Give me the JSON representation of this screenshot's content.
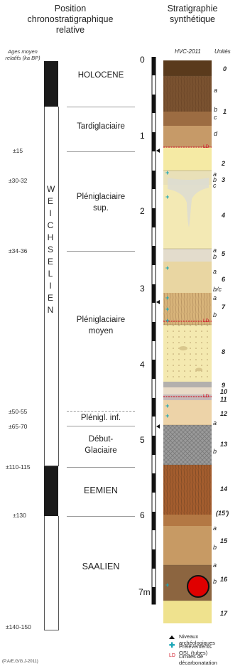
{
  "headers": {
    "left_line1": "Position",
    "left_line2": "chronostratigraphique",
    "left_line3": "relative",
    "right_line1": "Stratigraphie",
    "right_line2": "synthétique"
  },
  "ages_label_line1": "Ages moyen",
  "ages_label_line2": "relatifs (ka BP)",
  "core_title": "HVC-2011",
  "units_header": "Unités",
  "ages": [
    "±15",
    "±30-32",
    "±34-36",
    "±50-55",
    "±65-70",
    "±110-115",
    "±130",
    "±140-150"
  ],
  "weichselien": [
    "W",
    "E",
    "I",
    "C",
    "H",
    "S",
    "E",
    "L",
    "I",
    "E",
    "N"
  ],
  "periods": {
    "holocene": "HOLOCENE",
    "tardiglaciaire": "Tardiglaciaire",
    "pleni_sup_1": "Pléniglaciaire",
    "pleni_sup_2": "sup.",
    "pleni_moyen_1": "Pléniglaciaire",
    "pleni_moyen_2": "moyen",
    "pleni_inf": "Plénigl. inf.",
    "debut_1": "Début-",
    "debut_2": "Glaciaire",
    "eemien": "EEMIEN",
    "saalien": "SAALIEN"
  },
  "depths": [
    "0",
    "1",
    "2",
    "3",
    "4",
    "5",
    "6",
    "7m"
  ],
  "units_main": [
    "0",
    "1",
    "2",
    "3",
    "4",
    "5",
    "6",
    "7",
    "8",
    "9",
    "10",
    "11",
    "12",
    "13",
    "14",
    "(15')",
    "15",
    "16",
    "17"
  ],
  "sub_letters": [
    "a",
    "b",
    "c",
    "d",
    "a",
    "b",
    "c",
    "a",
    "b",
    "a",
    "b/c",
    "a",
    "b",
    "a",
    "b",
    "a",
    "b",
    "a",
    "b"
  ],
  "ld_label": "LD",
  "legend": {
    "archeo": "Niveaux archéologiques",
    "osl": "Prélèvements OSL (tubes)",
    "ld": "Limites de décarbonatation"
  },
  "credit": "(P.A/E.G/G.J-2011)",
  "colors": {
    "osl_cross": "#1aa6b7",
    "ld_line": "#d11a2a",
    "marker": "#e00000"
  }
}
